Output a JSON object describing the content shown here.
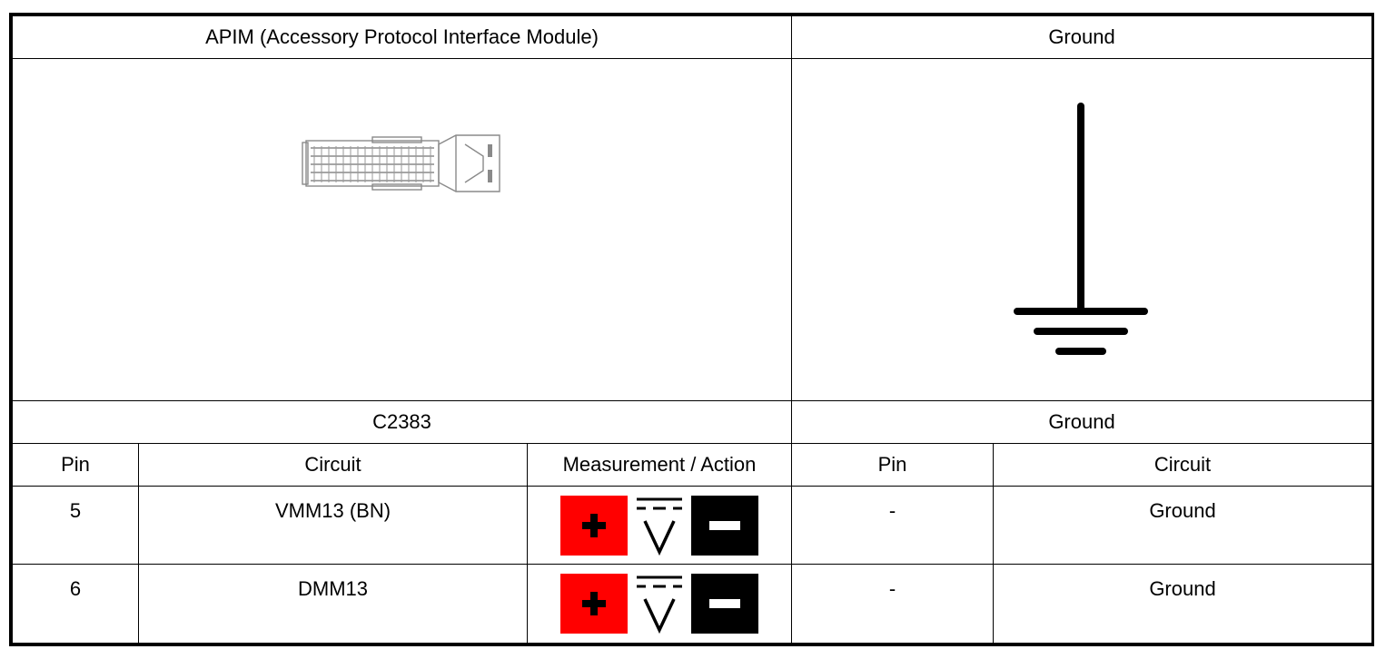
{
  "header": {
    "left_title": "APIM (Accessory Protocol Interface Module)",
    "right_title": "Ground"
  },
  "connectors": {
    "left_id": "C2383",
    "right_id": "Ground"
  },
  "icons": {
    "connector": "connector-illustration",
    "ground": "ground-symbol-icon",
    "positive_probe": "positive-probe-icon",
    "voltmeter": "dc-voltage-icon",
    "negative_probe": "negative-probe-icon"
  },
  "colors": {
    "positive_probe": "#ff0000",
    "negative_probe": "#000000"
  },
  "table": {
    "columns": [
      "Pin",
      "Circuit",
      "Measurement / Action",
      "Pin",
      "Circuit"
    ],
    "rows": [
      {
        "pin": "5",
        "circuit": "VMM13 (BN)",
        "pin2": "-",
        "circuit2": "Ground"
      },
      {
        "pin": "6",
        "circuit": "DMM13",
        "pin2": "-",
        "circuit2": "Ground"
      }
    ]
  }
}
